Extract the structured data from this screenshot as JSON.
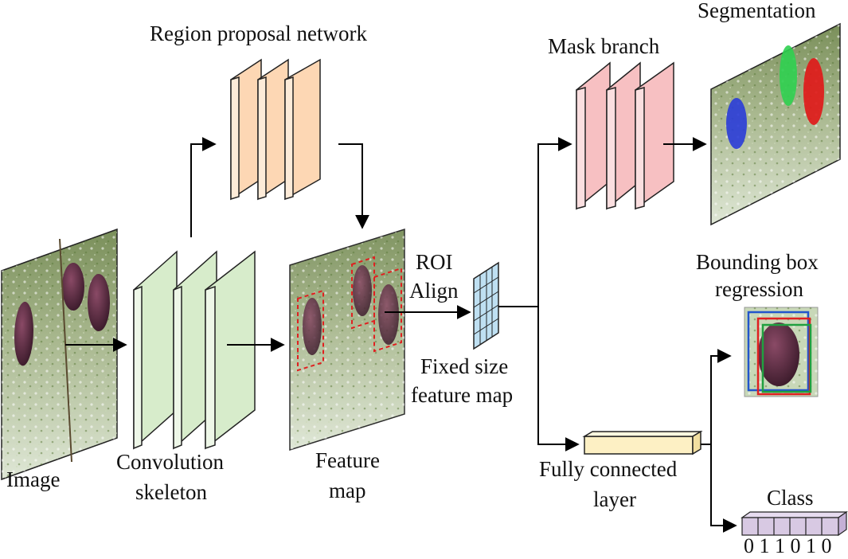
{
  "labels": {
    "region_proposal": "Region proposal network",
    "mask_branch": "Mask branch",
    "segmentation": "Segmentation",
    "roi": "ROI",
    "align": "Align",
    "bbox_1": "Bounding box",
    "bbox_2": "regression",
    "fixed_1": "Fixed size",
    "fixed_2": "feature map",
    "image": "Image",
    "conv_1": "Convolution",
    "conv_2": "skeleton",
    "feature_1": "Feature",
    "feature_2": "map",
    "fc_1": "Fully connected",
    "fc_2": "layer",
    "class": "Class",
    "class_bits": "0 1 1 0 1 0"
  },
  "colors": {
    "rpn": "#fdd7b4",
    "conv": "#d7eccb",
    "mask": "#f7c0c2",
    "roi_grid": "#bfe0f2",
    "fc": "#fdf0c4",
    "class": "#d8c9e3",
    "roi_box": "#e02020"
  }
}
